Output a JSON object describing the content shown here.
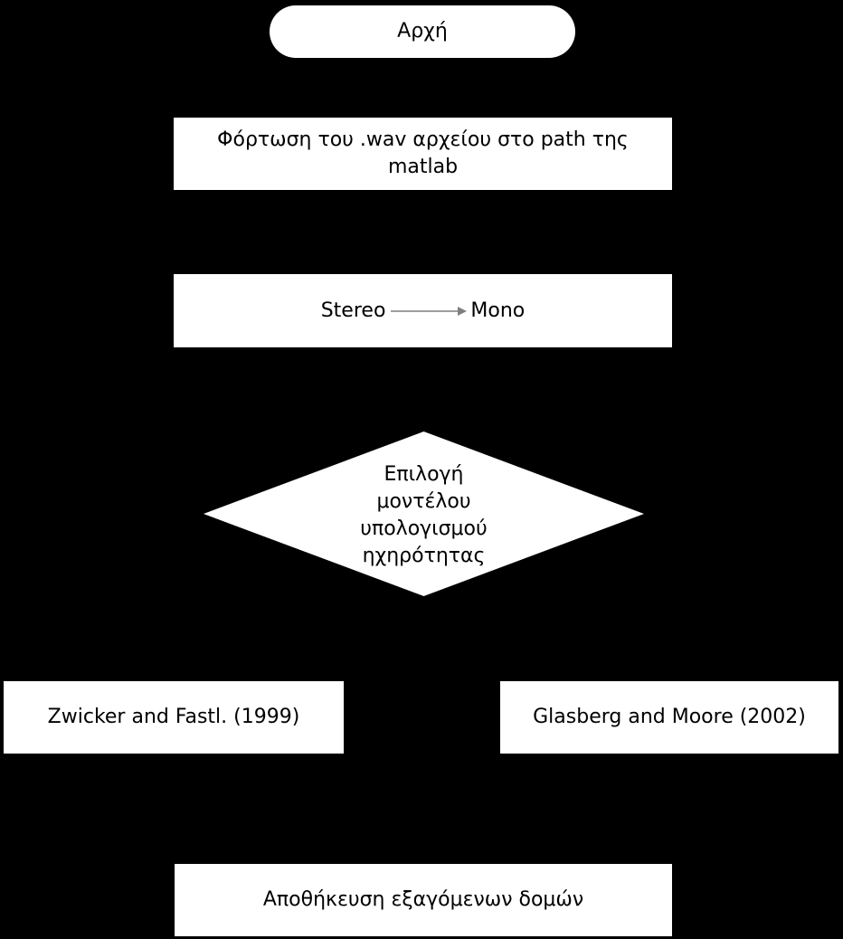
{
  "flowchart": {
    "start": "Αρχή",
    "load_step": "Φόρτωση του .wav αρχείου στο path της matlab",
    "convert_step": {
      "from": "Stereo",
      "to": "Mono"
    },
    "decision": {
      "lines": [
        "Επιλογή",
        "μοντέλου",
        "υπολογισμού",
        "ηχηρότητας"
      ]
    },
    "option_left": "Zwicker and Fastl. (1999)",
    "option_right": "Glasberg and Moore (2002)",
    "save_step": "Αποθήκευση εξαγόμενων δομών"
  },
  "colors": {
    "background": "#000000",
    "node_fill": "#ffffff",
    "text": "#000000",
    "arrow": "#7f7f7f"
  }
}
